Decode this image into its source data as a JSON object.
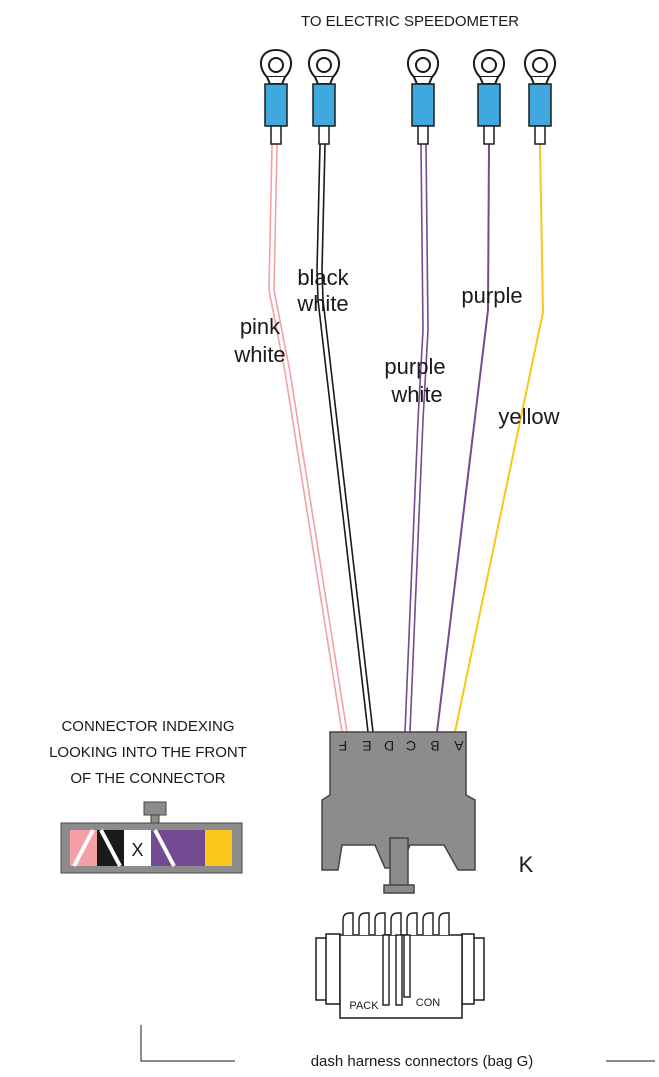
{
  "title": "TO ELECTRIC SPEEDOMETER",
  "wire_labels": {
    "pink_1": "pink",
    "pink_2": "white",
    "black_1": "black",
    "black_2": "white",
    "purple_white_1": "purple",
    "purple_white_2": "white",
    "purple": "purple",
    "yellow": "yellow"
  },
  "indexing_note": {
    "line1": "CONNECTOR INDEXING",
    "line2": "LOOKING INTO THE FRONT",
    "line3": "OF THE CONNECTOR"
  },
  "index_x_mark": "X",
  "pin_letters": [
    "F",
    "E",
    "D",
    "C",
    "B",
    "A"
  ],
  "connector_letter": "K",
  "lower_connector": {
    "left_text": "PACK",
    "right_text": "CON"
  },
  "caption": "dash harness connectors (bag G)",
  "colors": {
    "pink": "#f4a0a6",
    "black": "#1a1a1a",
    "purple": "#744a93",
    "yellow": "#f8c719",
    "terminal_blue": "#3fa9df",
    "connector_gray": "#8c8c8c"
  }
}
